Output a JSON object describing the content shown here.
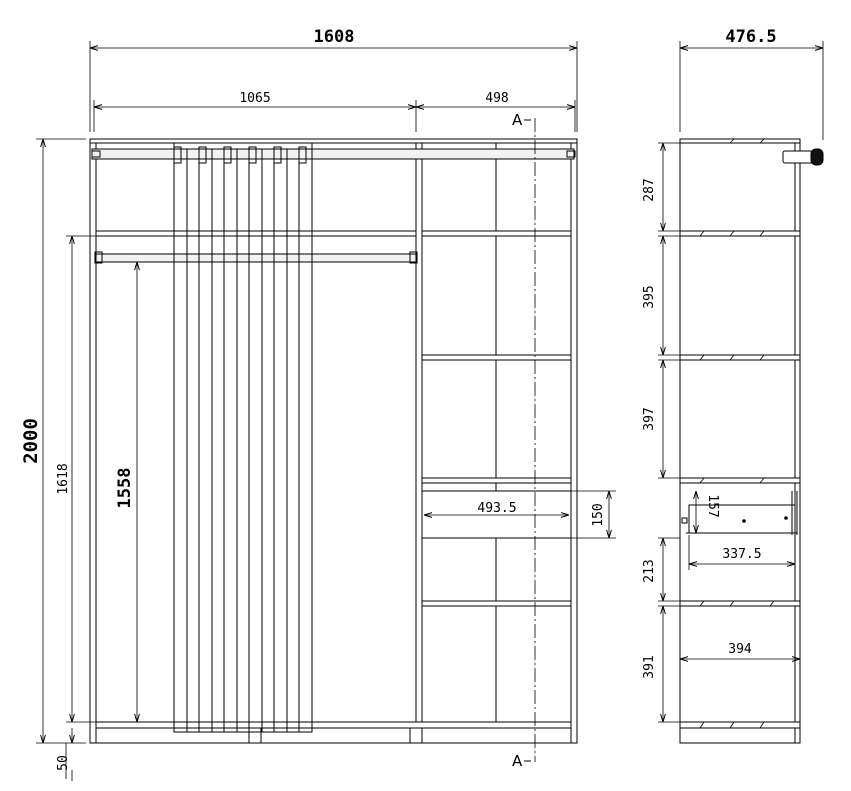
{
  "dimensions": {
    "overall_width": "1608",
    "overall_depth": "476.5",
    "left_width": "1065",
    "right_width": "498",
    "overall_height": "2000",
    "hanging_height": "1618",
    "rod_height": "1558",
    "foot_height": "50",
    "drawer_width": "493.5",
    "drawer_height": "150",
    "side_drawer_height": "157",
    "drawer_depth": "337.5",
    "shelf_depth": "394",
    "side_heights": [
      "287",
      "395",
      "397",
      "213",
      "391"
    ]
  },
  "section_marker": {
    "top": "A",
    "bottom": "A"
  }
}
